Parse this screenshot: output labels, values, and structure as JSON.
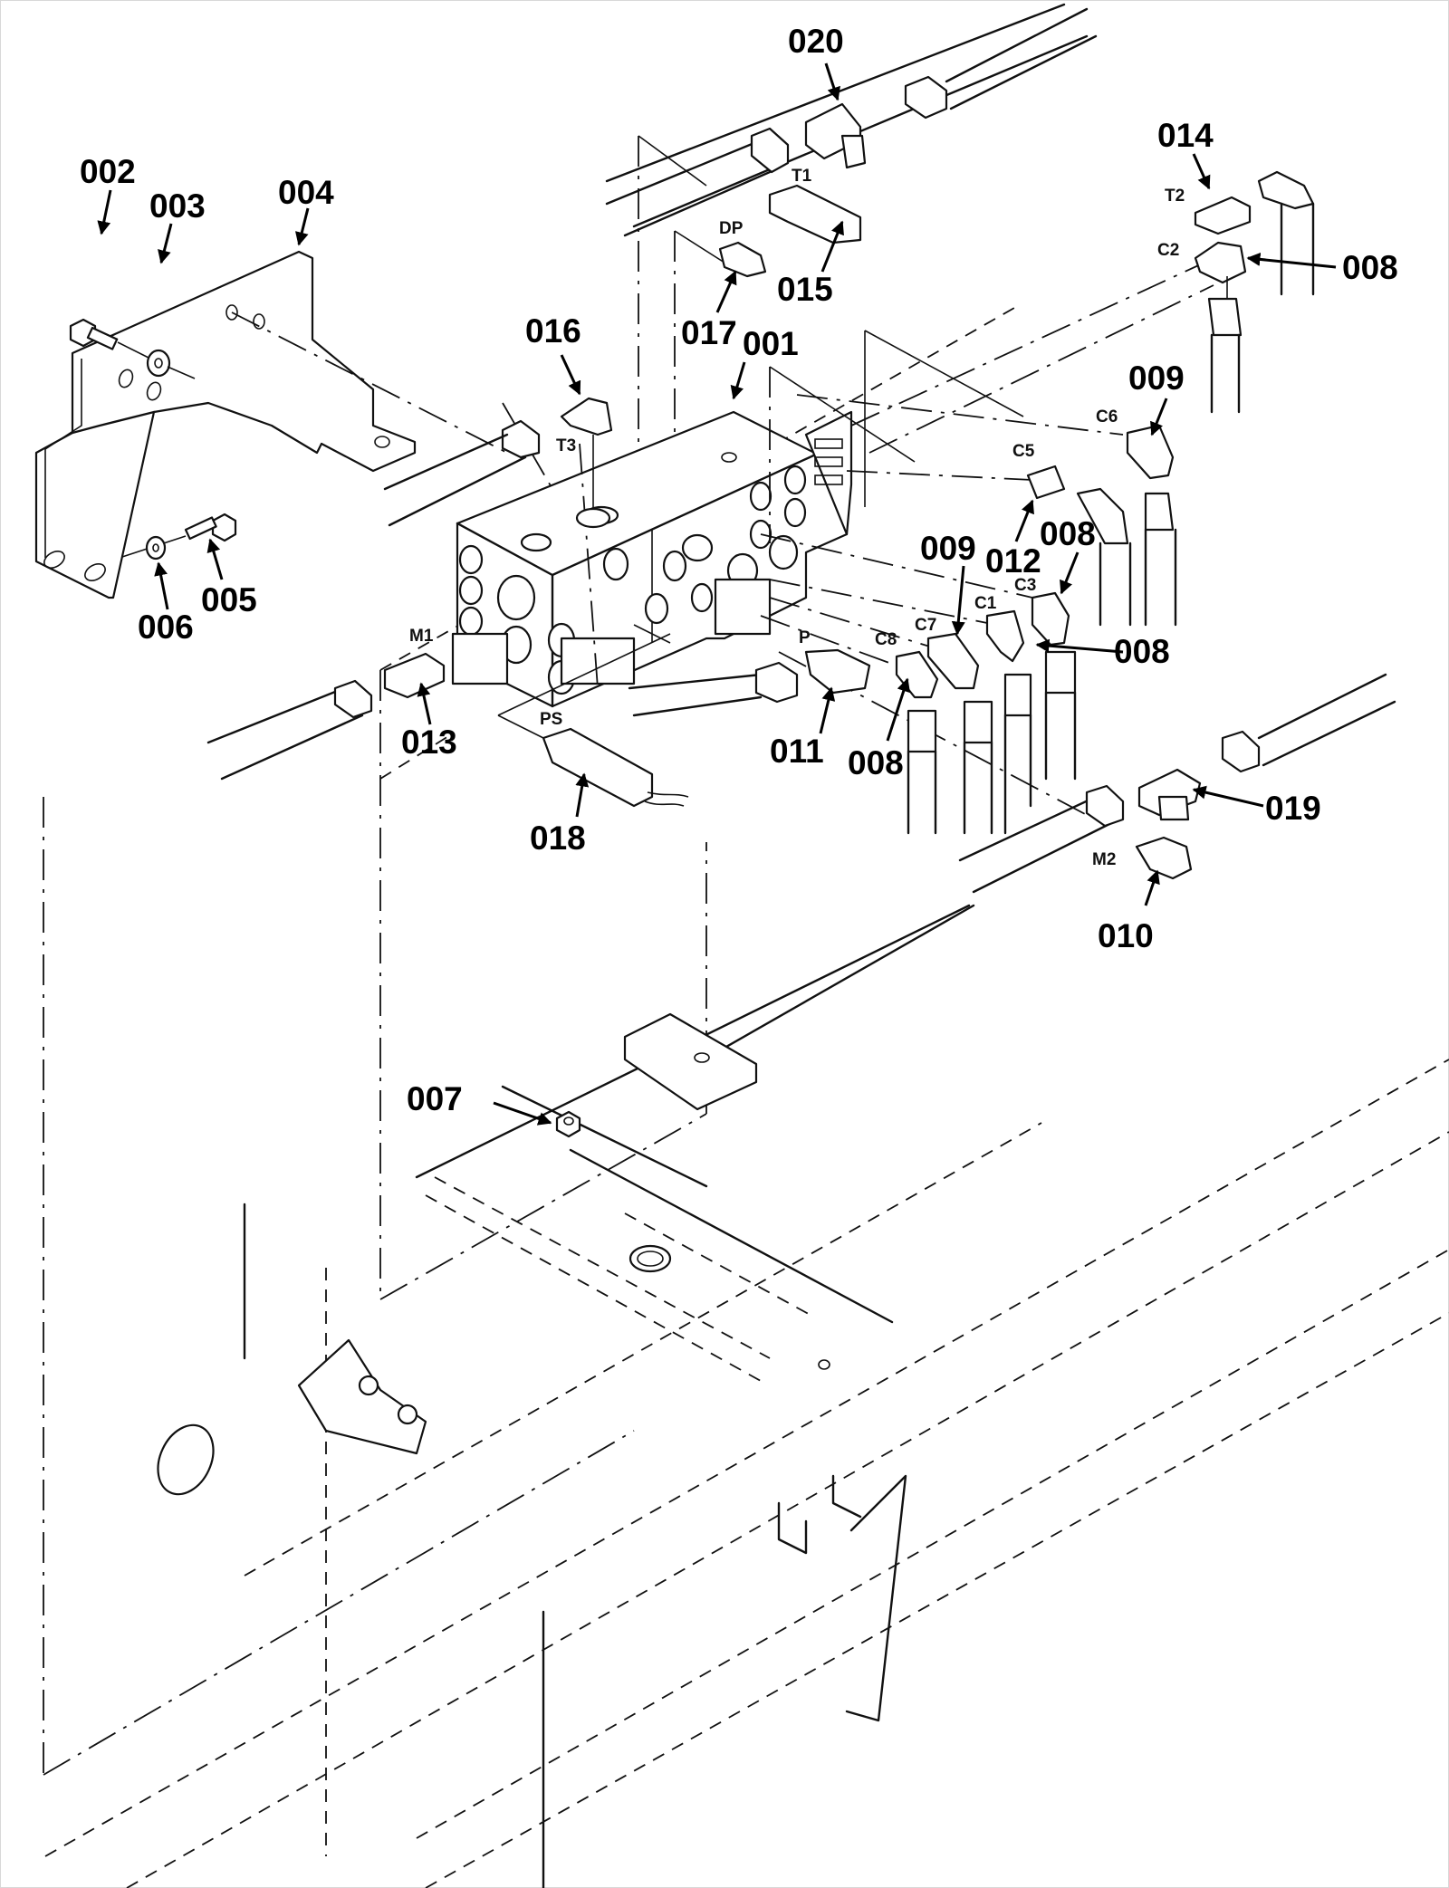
{
  "diagram": {
    "type": "exploded parts diagram",
    "subject": "hydraulic valve manifold assembly with fittings and hoses",
    "callouts": [
      {
        "id": "001",
        "label": "001"
      },
      {
        "id": "002",
        "label": "002"
      },
      {
        "id": "003",
        "label": "003"
      },
      {
        "id": "004",
        "label": "004"
      },
      {
        "id": "005",
        "label": "005"
      },
      {
        "id": "006",
        "label": "006"
      },
      {
        "id": "007",
        "label": "007"
      },
      {
        "id": "008a",
        "label": "008"
      },
      {
        "id": "008b",
        "label": "008"
      },
      {
        "id": "008c",
        "label": "008"
      },
      {
        "id": "008d",
        "label": "008"
      },
      {
        "id": "009a",
        "label": "009"
      },
      {
        "id": "009b",
        "label": "009"
      },
      {
        "id": "010",
        "label": "010"
      },
      {
        "id": "011",
        "label": "011"
      },
      {
        "id": "012",
        "label": "012"
      },
      {
        "id": "013",
        "label": "013"
      },
      {
        "id": "014",
        "label": "014"
      },
      {
        "id": "015",
        "label": "015"
      },
      {
        "id": "016",
        "label": "016"
      },
      {
        "id": "017",
        "label": "017"
      },
      {
        "id": "018",
        "label": "018"
      },
      {
        "id": "019",
        "label": "019"
      },
      {
        "id": "020",
        "label": "020"
      }
    ],
    "ports": {
      "T1": "T1",
      "T2": "T2",
      "T3": "T3",
      "C1": "C1",
      "C2": "C2",
      "C3": "C3",
      "C5": "C5",
      "C6": "C6",
      "C7": "C7",
      "C8": "C8",
      "DP": "DP",
      "P": "P",
      "PS": "PS",
      "M1": "M1",
      "M2": "M2"
    }
  }
}
